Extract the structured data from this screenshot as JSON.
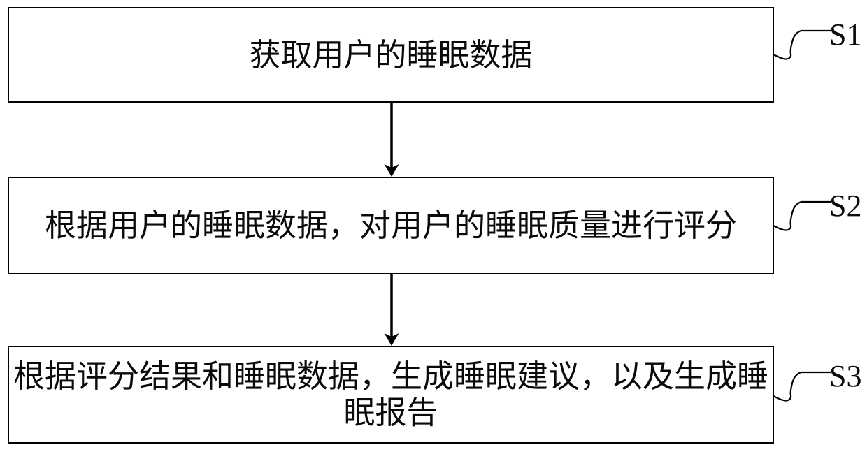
{
  "figure": {
    "type": "flowchart",
    "background_color": "#ffffff",
    "line_color": "#000000",
    "steps": [
      {
        "label": "S1",
        "text": "获取用户的睡眠数据"
      },
      {
        "label": "S2",
        "text": "根据用户的睡眠数据，对用户的睡眠质量进行评分"
      },
      {
        "label": "S3",
        "text": "根据评分结果和睡眠数据，生成睡眠建议，以及生成睡眠报告"
      }
    ],
    "connectors": [
      {
        "from": "S1",
        "to": "S2",
        "type": "arrow-down"
      },
      {
        "from": "S2",
        "to": "S3",
        "type": "arrow-down"
      }
    ]
  }
}
